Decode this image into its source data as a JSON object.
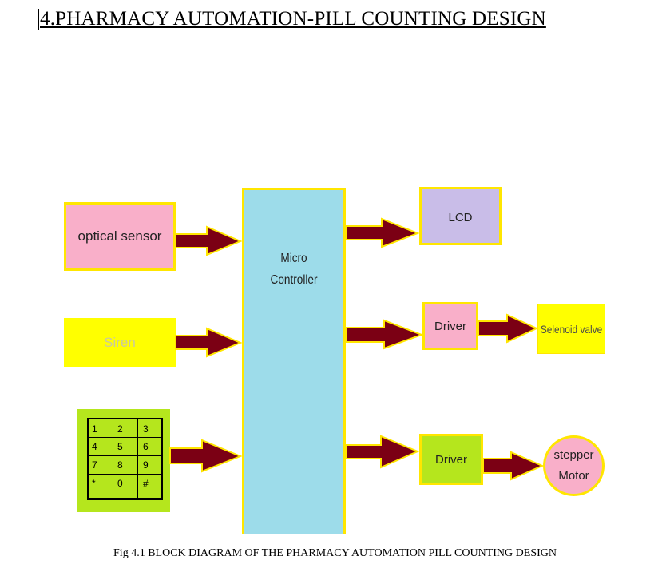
{
  "heading": "4.PHARMACY AUTOMATION-PILL COUNTING DESIGN",
  "blocks": {
    "optical_sensor": "optical sensor",
    "siren": "Siren",
    "micro_line1": "Micro",
    "micro_line2": "Controller",
    "lcd": "LCD",
    "driver_top": "Driver",
    "solenoid": "Selenoid valve",
    "driver_bottom": "Driver",
    "stepper_line1": "stepper",
    "stepper_line2": "Motor"
  },
  "keypad": {
    "row1": [
      "1",
      "2",
      "3"
    ],
    "row2": [
      "4",
      "5",
      "6"
    ],
    "row3": [
      "7",
      "8",
      "9"
    ],
    "row4": [
      "*",
      "0",
      "#"
    ]
  },
  "caption": "Fig 4.1 BLOCK DIAGRAM OF THE PHARMACY AUTOMATION PILL COUNTING DESIGN",
  "colors": {
    "border": "#ffe600",
    "arrow_fill": "#7b0014",
    "arrow_outline": "#ffe600",
    "pink": "#f9afc9",
    "yellow": "#ffff00",
    "light_blue": "#9ddcea",
    "lavender": "#c9bde8",
    "green": "#b5e61d"
  }
}
